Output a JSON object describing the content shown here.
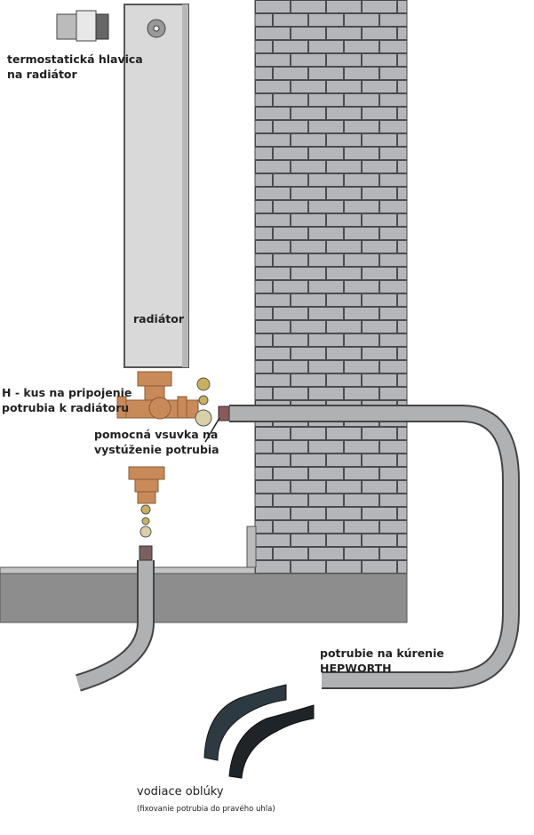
{
  "labels": {
    "thermostat": [
      "termostatická hlavica",
      "na radiátor"
    ],
    "radiator": "radiátor",
    "h_piece": [
      "H - kus na pripojenie",
      "potrubia k radiátoru"
    ],
    "insert": [
      "pomocná vsuvka na",
      "vystúženie potrubia"
    ],
    "pipe": [
      "potrubie na kúrenie",
      "HEPWORTH"
    ],
    "bends": "vodiace oblúky",
    "bends_note": "(fixovanie potrubia do pravého uhla)"
  },
  "colors": {
    "brick": "#b4b6ba",
    "mortar": "#4a4c50",
    "pipe": "#b0b1b3",
    "fitting": "#c98a5a",
    "floor": "#8d8d8d",
    "radiator": "#d9d9d9"
  }
}
